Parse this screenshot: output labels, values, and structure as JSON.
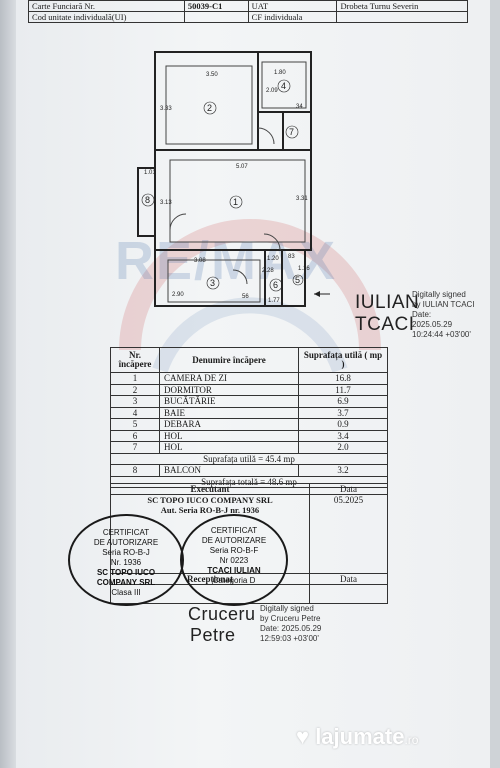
{
  "header": {
    "row1": [
      "Carte Funciară Nr.",
      "50039-C1",
      "UAT",
      "Drobeta Turnu Severin"
    ],
    "row2": [
      "Cod unitate individuală(UI)",
      "",
      "CF individuala",
      ""
    ]
  },
  "plan": {
    "dims": [
      "3.50",
      "1.80",
      "3.33",
      "2.09",
      "34",
      "5.07",
      "1.01",
      "3.13",
      "3.31",
      "3.08",
      "1.20",
      "2.28",
      "2.90",
      "56",
      "1.77",
      "83",
      "1.16"
    ],
    "room_numbers": [
      "1",
      "2",
      "3",
      "4",
      "5",
      "6",
      "7",
      "8"
    ]
  },
  "watermark": "RE/MAX",
  "signature1": {
    "name_line1": "IULIAN",
    "name_line2": "TCACI",
    "meta": [
      "Digitally signed",
      "by IULIAN TCACI",
      "Date:",
      "2025.05.29",
      "10:24:44 +03'00'"
    ]
  },
  "rooms_table": {
    "headers": [
      "Nr. încăpere",
      "Denumire încăpere",
      "Suprafața utilă ( mp )"
    ],
    "rows": [
      {
        "nr": "1",
        "name": "CAMERA DE ZI",
        "area": "16.8"
      },
      {
        "nr": "2",
        "name": "DORMITOR",
        "area": "11.7"
      },
      {
        "nr": "3",
        "name": "BUCĂTĂRIE",
        "area": "6.9"
      },
      {
        "nr": "4",
        "name": "BAIE",
        "area": "3.7"
      },
      {
        "nr": "5",
        "name": "DEBARA",
        "area": "0.9"
      },
      {
        "nr": "6",
        "name": "HOL",
        "area": "3.4"
      },
      {
        "nr": "7",
        "name": "HOL",
        "area": "2.0"
      }
    ],
    "useful_total": "Suprafața utilă = 45.4 mp",
    "balcony": {
      "nr": "8",
      "name": "BALCON",
      "area": "3.2"
    },
    "grand_total": "Suprafața totală = 48.6 mp"
  },
  "executant": {
    "label": "Executant",
    "company": "SC TOPO IUCO COMPANY SRL",
    "cert": "Aut. Seria RO-B-J nr. 1936",
    "data_label": "Data",
    "date": "05.2025",
    "receptie": "Recepționat",
    "data_label2": "Data"
  },
  "stamp1": [
    "CERTIFICAT",
    "DE AUTORIZARE",
    "Seria RO-B-J",
    "Nr. 1936",
    "SC TOPO IUCO",
    "COMPANY SRL",
    "Clasa III"
  ],
  "stamp2": [
    "CERTIFICAT",
    "DE AUTORIZARE",
    "Seria RO-B-F",
    "Nr 0223",
    "TCACI IULIAN",
    "Categoria D"
  ],
  "signature2": {
    "name_line1": "Cruceru",
    "name_line2": "Petre",
    "meta": [
      "Digitally signed",
      "by Cruceru Petre",
      "Date: 2025.05.29",
      "12:59:03 +03'00'"
    ]
  },
  "logo": {
    "text": "lajumate",
    "suffix": ".ro"
  }
}
